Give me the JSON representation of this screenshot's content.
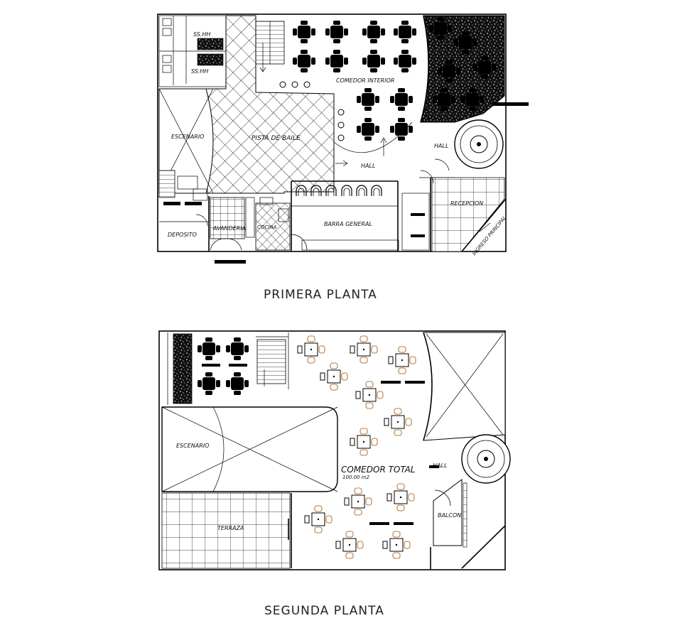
{
  "titles": {
    "first_floor": "PRIMERA  PLANTA",
    "second_floor": "SEGUNDA  PLANTA"
  },
  "first_floor": {
    "restroom_1": "SS.HH",
    "restroom_2": "SS.HH",
    "stage": "ESCENARIO",
    "dance_floor": "PISTA DE BAILE",
    "interior_dining": "COMEDOR INTERIOR",
    "hall_1": "HALL",
    "hall_2": "HALL",
    "reception": "RECEPCION",
    "main_entrance": "INGRESO PRINCIPAL",
    "storage": "DEPOSITO",
    "laundry": "AVANDERIA",
    "kitchen": "COCINA",
    "main_bar": "BARRA GENERAL"
  },
  "second_floor": {
    "stage": "ESCENARIO",
    "total_dining": "COMEDOR TOTAL",
    "dining_area": "100.00 m2",
    "hall": "HALL",
    "terrace": "TERRAZA",
    "balcony": "BALCON"
  },
  "colors": {
    "line": "#000000",
    "furniture_wood": "#b77a3e",
    "background": "#ffffff"
  }
}
